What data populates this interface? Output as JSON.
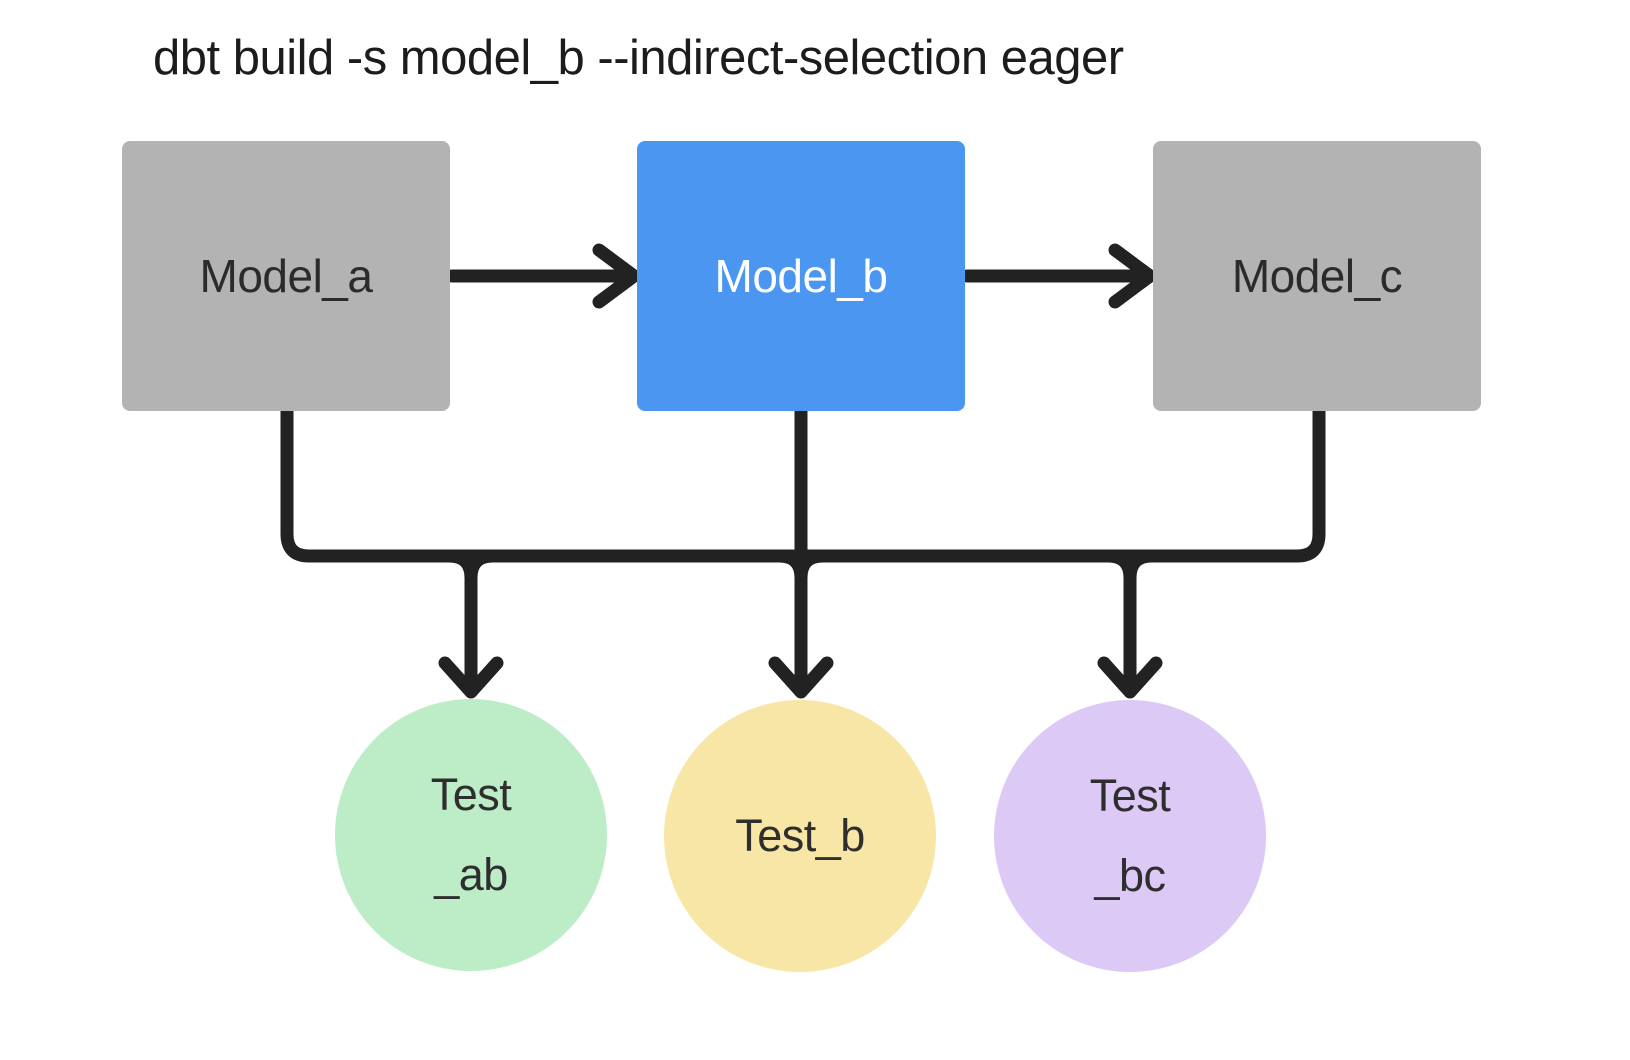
{
  "title": "dbt build -s model_b --indirect-selection eager",
  "colors": {
    "background": "#ffffff",
    "title_text": "#1c1c1c",
    "connector": "#222222",
    "model_default": "#b4b3b4",
    "model_selected": "#4a96f0",
    "model_text": "#2b2b2b",
    "model_selected_text": "#ffffff",
    "test_ab_fill": "#bcedc6",
    "test_b_fill": "#f8e6a6",
    "test_bc_fill": "#ddc9f6",
    "test_text": "#2e2e2e"
  },
  "nodes": {
    "model_a": {
      "label": "Model_a",
      "type": "model",
      "selected": false
    },
    "model_b": {
      "label": "Model_b",
      "type": "model",
      "selected": true
    },
    "model_c": {
      "label": "Model_c",
      "type": "model",
      "selected": false
    },
    "test_ab": {
      "line1": "Test",
      "line2": "_ab",
      "type": "test"
    },
    "test_b": {
      "line1": "Test_b",
      "type": "test"
    },
    "test_bc": {
      "line1": "Test",
      "line2": "_bc",
      "type": "test"
    }
  },
  "edges": [
    {
      "from": "Model_a",
      "to": "Model_b"
    },
    {
      "from": "Model_b",
      "to": "Model_c"
    },
    {
      "from": "Model_a",
      "to": "Test_ab"
    },
    {
      "from": "Model_b",
      "to": "Test_ab"
    },
    {
      "from": "Model_b",
      "to": "Test_b"
    },
    {
      "from": "Model_b",
      "to": "Test_bc"
    },
    {
      "from": "Model_c",
      "to": "Test_bc"
    }
  ]
}
